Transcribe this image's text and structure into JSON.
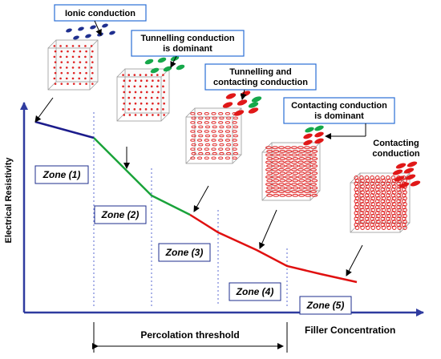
{
  "axes": {
    "y_label": "Electrical Resistivity",
    "x_label": "Filler Concentration"
  },
  "callouts": {
    "ionic": "Ionic conduction",
    "tunnelling_dominant": [
      "Tunnelling conduction",
      "is dominant"
    ],
    "tunnelling_contacting": [
      "Tunnelling and",
      "contacting conduction"
    ],
    "contacting_dominant": [
      "Contacting conduction",
      "is dominant"
    ],
    "contacting": [
      "Contacting",
      "conduction"
    ]
  },
  "zones": [
    "Zone (1)",
    "Zone (2)",
    "Zone (3)",
    "Zone (4)",
    "Zone (5)"
  ],
  "percolation_label": "Percolation threshold",
  "colors": {
    "axis": "#2f3b9f",
    "zone1_curve": "#1c1c8c",
    "zone2_curve": "#1aa33a",
    "zone345_curve": "#e01010",
    "particles": "#e02020",
    "ionic_ellipses": "#1f2f8f",
    "tunnelling_ellipses": "#16a84a",
    "contacting_ellipses": "#e01818",
    "callout_border": "#2a6fd6",
    "zone_border": "#1c2d8c",
    "divider": "#5a6ad0"
  }
}
